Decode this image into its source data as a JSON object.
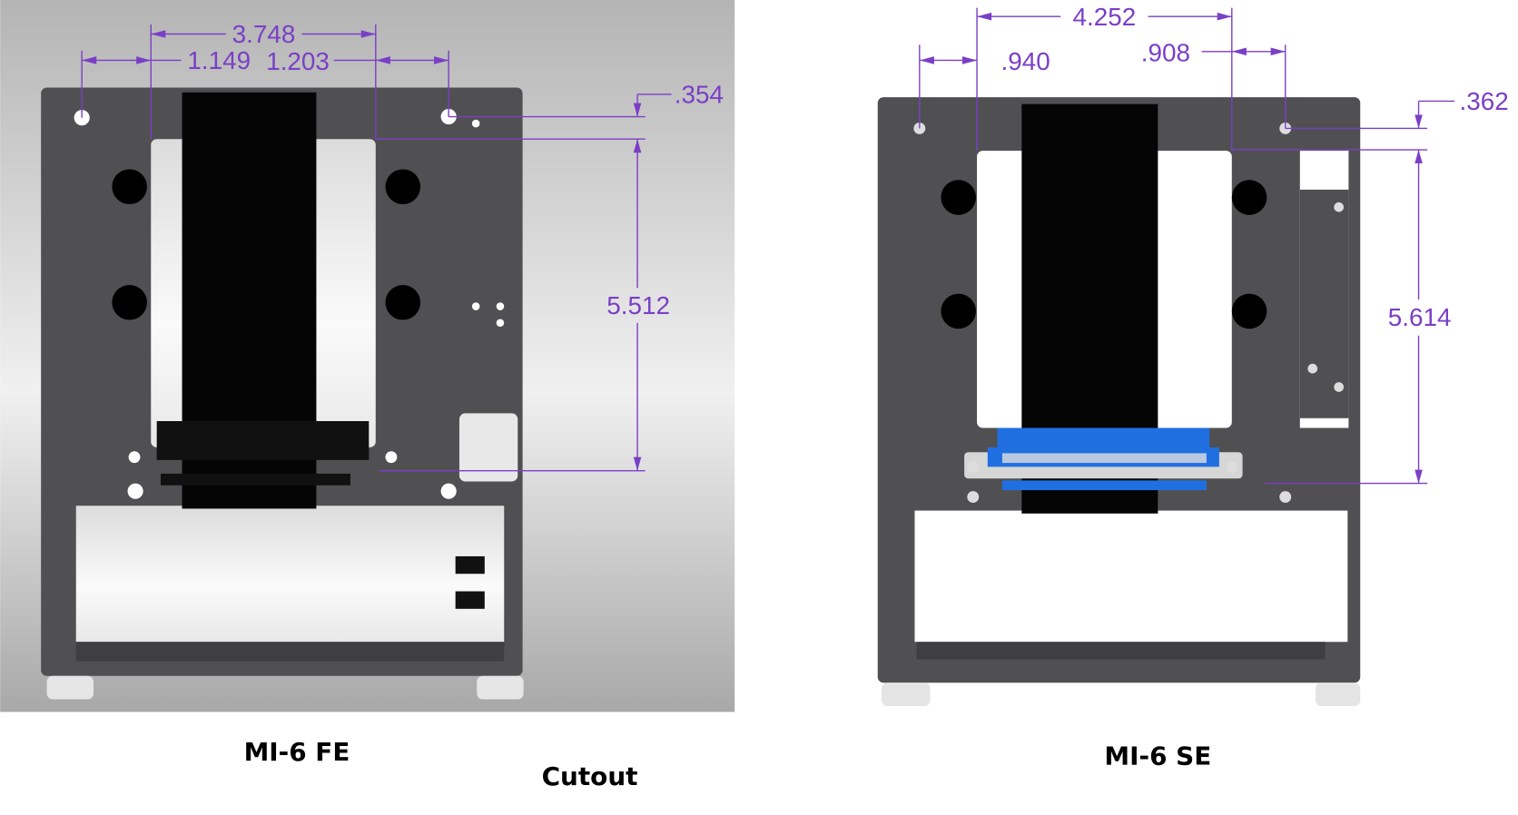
{
  "left_figure": {
    "caption": "MI-6 FE",
    "dimensions": {
      "overall_width": "3.748",
      "left_offset": "1.149",
      "right_offset": "1.203",
      "top_offset": ".354",
      "height": "5.512"
    }
  },
  "right_figure": {
    "caption": "MI-6 SE",
    "dimensions": {
      "overall_width": "4.252",
      "left_offset": ".940",
      "right_offset": ".908",
      "top_offset": ".362",
      "height": "5.614"
    }
  },
  "center_label": "Cutout",
  "colors": {
    "dimension": "#7a3fc6",
    "frame": "#505053",
    "connector_blue": "#1f6fe0"
  }
}
